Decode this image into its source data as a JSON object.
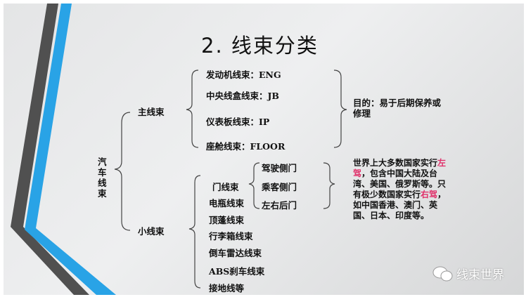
{
  "title": "2. 线束分类",
  "root": "汽车线束",
  "main": {
    "label": "主线束",
    "items": [
      "发动机线束：ENG",
      "中央线盒线束：JB",
      "仪表板线束：IP",
      "座舱线束：FLOOR"
    ],
    "note": "目的：易于后期保养或修理"
  },
  "small": {
    "label": "小线束",
    "items": [
      "门线束",
      "电瓶线束",
      "顶蓬线束",
      "行李箱线束",
      "倒车雷达线束",
      "ABS刹车线束",
      "接地线等"
    ],
    "door_items": [
      "驾驶侧门",
      "乘客侧门",
      "左右后门"
    ],
    "note_parts": [
      "世界上大多数国家实行",
      "左驾",
      "，包含中国大陆及台湾、美国、俄罗斯等。只有极少数国家实行",
      "右驾",
      "，如中国香港、澳门、英国、日本、印度等。"
    ]
  },
  "watermark": "线束世界",
  "colors": {
    "accent_blue": "#29a3e6",
    "stripe_gray": "#505050",
    "highlight": "#e0306a"
  }
}
